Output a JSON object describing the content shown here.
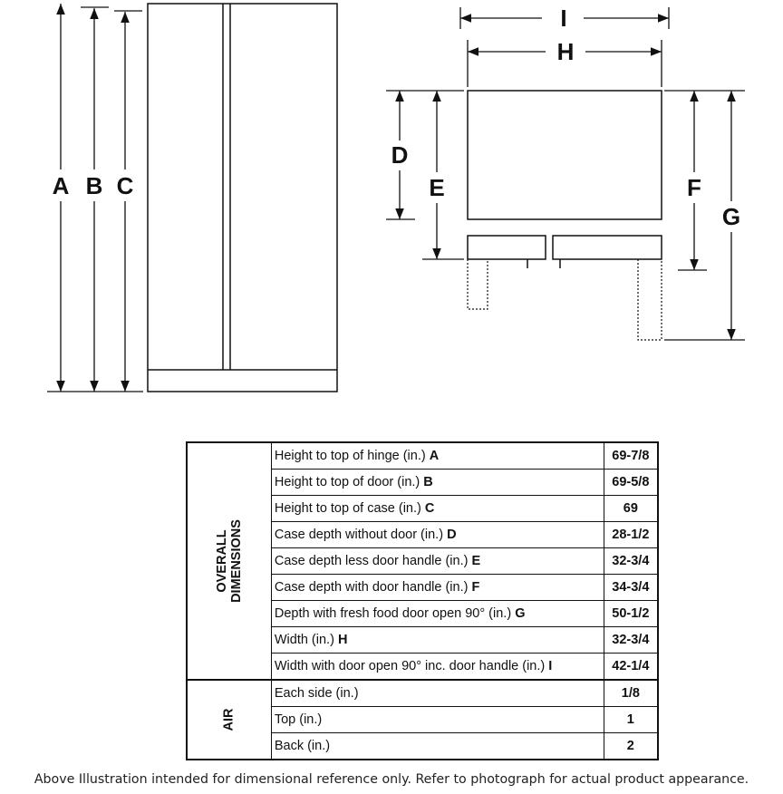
{
  "labels": {
    "A": "A",
    "B": "B",
    "C": "C",
    "D": "D",
    "E": "E",
    "F": "F",
    "G": "G",
    "H": "H",
    "I": "I"
  },
  "table": {
    "groups": [
      {
        "title_line1": "OVERALL",
        "title_line2": "DIMENSIONS",
        "rows": [
          {
            "desc": "Height to top of hinge (in.)",
            "key": "A",
            "value": "69-7/8"
          },
          {
            "desc": "Height to top of door (in.)",
            "key": "B",
            "value": "69-5/8"
          },
          {
            "desc": "Height to top of case (in.)",
            "key": "C",
            "value": "69"
          },
          {
            "desc": "Case depth without door (in.)",
            "key": "D",
            "value": "28-1/2"
          },
          {
            "desc": "Case depth less door handle (in.)",
            "key": "E",
            "value": "32-3/4"
          },
          {
            "desc": "Case depth with door handle (in.)",
            "key": "F",
            "value": "34-3/4"
          },
          {
            "desc": "Depth with fresh food door open 90° (in.)",
            "key": "G",
            "value": "50-1/2"
          },
          {
            "desc": "Width (in.)",
            "key": "H",
            "value": "32-3/4"
          },
          {
            "desc": "Width with door open 90° inc. door handle (in.)",
            "key": "I",
            "value": "42-1/4"
          }
        ]
      },
      {
        "title_line1": "AIR",
        "title_line2": "",
        "rows": [
          {
            "desc": "Each side (in.)",
            "key": "",
            "value": "1/8"
          },
          {
            "desc": "Top (in.)",
            "key": "",
            "value": "1"
          },
          {
            "desc": "Back (in.)",
            "key": "",
            "value": "2"
          }
        ]
      }
    ]
  },
  "footnote": "Above Illustration intended for dimensional reference only. Refer to photograph for actual product appearance."
}
